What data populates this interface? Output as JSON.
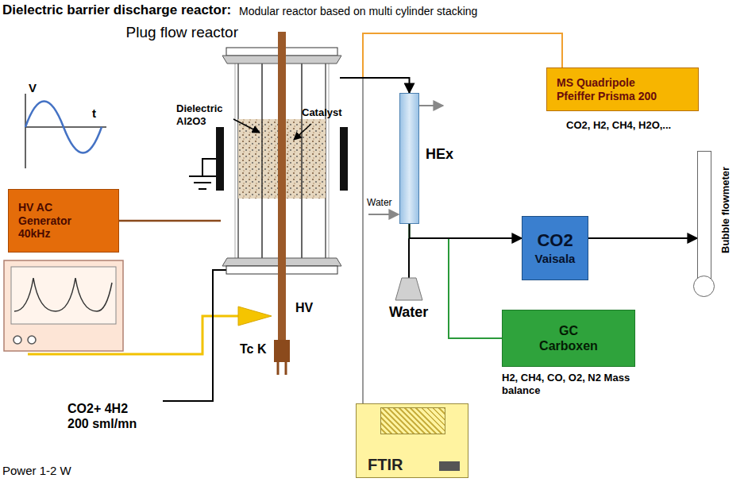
{
  "diagram": {
    "title": "Dielectric barrier discharge reactor:",
    "nodes": [
      {
        "text": [
          "Plug flow reactor"
        ]
      },
      {
        "text": [
          "HV AC Generator 40kHz"
        ]
      },
      {
        "text": [
          "MS Quadripole Pfeiffer Prisma 200"
        ]
      },
      {
        "text": [
          "HEx"
        ]
      },
      {
        "text": [
          "CO2",
          "Vaisala"
        ]
      },
      {
        "text": [
          "GC Carboxen"
        ]
      },
      {
        "text": [
          "FTIR"
        ]
      },
      {
        "text": [
          "Bubble flowmeter"
        ]
      }
    ],
    "edges": [
      {
        "from": 0,
        "to": 3,
        "arrow": "to"
      },
      {
        "from": 0,
        "to": 2,
        "arrow": "none"
      },
      {
        "from": 0,
        "to": 6,
        "arrow": "none"
      },
      {
        "from": 1,
        "to": 0,
        "arrow": "none"
      },
      {
        "from": 3,
        "to": 4,
        "arrow": "to"
      },
      {
        "from": 3,
        "to": 5,
        "arrow": "none"
      },
      {
        "from": 4,
        "to": 7,
        "arrow": "to"
      }
    ],
    "labels": [
      "Modular reactor based on multi cylinder stacking",
      "V",
      "t",
      "Dielectric Al2O3",
      "Catalyst",
      "Water",
      "Water",
      "CO2, H2, CH4, H2O,...",
      "HV",
      "Tc K",
      "H2, CH4, CO, O2, N2 Mass balance",
      "CO2+ 4H2 200 sml/mn",
      "Power 1-2 W"
    ]
  }
}
